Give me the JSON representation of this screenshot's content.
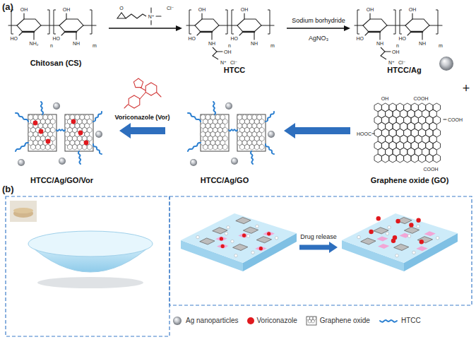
{
  "diagram": {
    "nodes": [
      {
        "text": [
          "Chitosan (CS)"
        ]
      },
      {
        "text": [
          "HTCC"
        ]
      },
      {
        "text": [
          "HTCC/Ag"
        ]
      },
      {
        "text": [
          "Graphene oxide (GO)"
        ]
      },
      {
        "text": [
          "HTCC/Ag/GO"
        ]
      },
      {
        "text": [
          "HTCC/Ag/GO/Vor"
        ]
      }
    ],
    "edges": [
      {
        "from": 0,
        "to": 1,
        "arrow": "to"
      },
      {
        "from": 1,
        "to": 2,
        "label": "Sodium borhydride",
        "arrow": "to"
      },
      {
        "from": 3,
        "to": 4,
        "arrow": "to"
      },
      {
        "from": 4,
        "to": 5,
        "label": "Voriconazole (Vor)",
        "arrow": "to"
      }
    ],
    "labels": [
      "(a)",
      "OH",
      "HO",
      "NH₂",
      "n",
      "OH",
      "HO",
      "NH",
      "m",
      "O",
      "N⁺",
      "Cl⁻",
      "OH",
      "HO",
      "NH",
      "OH",
      "N⁺",
      "Cl⁻",
      "n",
      "OH",
      "HO",
      "NH",
      "m",
      "AgNO₃",
      "OH",
      "HO",
      "NH",
      "OH",
      "N⁺",
      "Cl⁻",
      "n",
      "OH",
      "HO",
      "NH",
      "m",
      "+",
      "COOH",
      "COOH",
      "HOOC",
      "COOH",
      "OH",
      "(b)",
      "Drug release"
    ],
    "legend": [
      {
        "text": "Ag nanoparticles"
      },
      {
        "text": "Voriconazole",
        "color": "#e0191e"
      },
      {
        "text": "Graphene oxide"
      },
      {
        "text": "HTCC"
      }
    ]
  }
}
